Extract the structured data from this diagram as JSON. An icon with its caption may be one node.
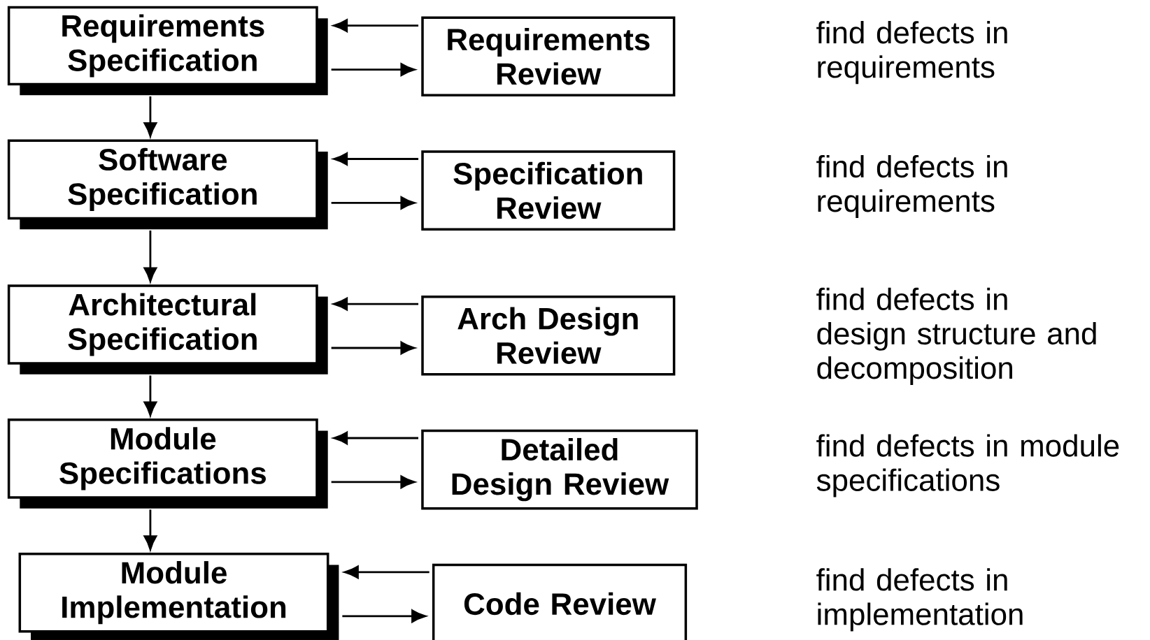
{
  "diagram": {
    "nodes": [
      {
        "text": [
          "Requirements Specification"
        ]
      },
      {
        "text": [
          "Requirements Review"
        ]
      },
      {
        "text": [
          "Software Specification"
        ]
      },
      {
        "text": [
          "Specification Review"
        ]
      },
      {
        "text": [
          "Architectural Specification"
        ]
      },
      {
        "text": [
          "Arch Design Review"
        ]
      },
      {
        "text": [
          "Module Specifications"
        ]
      },
      {
        "text": [
          "Detailed Design Review"
        ]
      },
      {
        "text": [
          "Module Implementation"
        ]
      },
      {
        "text": [
          "Code Review"
        ]
      }
    ],
    "edges": [
      {
        "from": 0,
        "to": 1,
        "arrow": "to"
      },
      {
        "from": 1,
        "to": 0,
        "arrow": "to"
      },
      {
        "from": 0,
        "to": 2,
        "arrow": "to"
      },
      {
        "from": 2,
        "to": 3,
        "arrow": "to"
      },
      {
        "from": 3,
        "to": 2,
        "arrow": "to"
      },
      {
        "from": 2,
        "to": 4,
        "arrow": "to"
      },
      {
        "from": 4,
        "to": 5,
        "arrow": "to"
      },
      {
        "from": 5,
        "to": 4,
        "arrow": "to"
      },
      {
        "from": 4,
        "to": 6,
        "arrow": "to"
      },
      {
        "from": 6,
        "to": 7,
        "arrow": "to"
      },
      {
        "from": 7,
        "to": 6,
        "arrow": "to"
      },
      {
        "from": 6,
        "to": 8,
        "arrow": "to"
      },
      {
        "from": 8,
        "to": 9,
        "arrow": "to"
      },
      {
        "from": 9,
        "to": 8,
        "arrow": "to"
      }
    ],
    "labels": [
      "find defects in requirements",
      "find defects in requirements",
      "find defects in design structure and decomposition",
      "find defects in module specifications",
      "find defects in implementation"
    ]
  }
}
